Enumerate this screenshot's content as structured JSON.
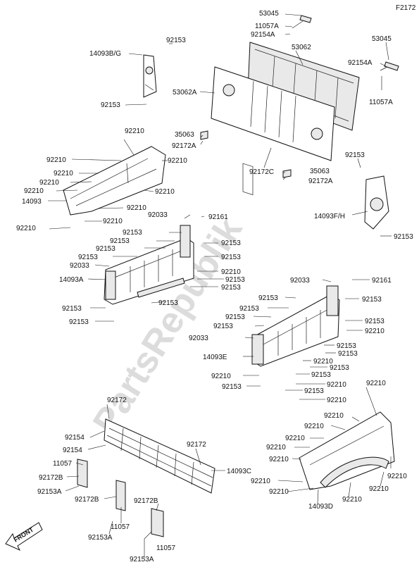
{
  "diagram_code": "F2172",
  "watermark": "PartsRepublik",
  "front_label": "FRONT",
  "labels": {
    "l53045a": "53045",
    "l11057Aa": "11057A",
    "l92154Aa": "92154A",
    "l53045b": "53045",
    "l53062": "53062",
    "l92154Ab": "92154A",
    "l11057Ab": "11057A",
    "l92153a": "92153",
    "l14093BG": "14093B/G",
    "l53062A": "53062A",
    "l92153b": "92153",
    "l35063a": "35063",
    "l92172A_a": "92172A",
    "l92172C": "92172C",
    "l35063b": "35063",
    "l92172A_b": "92172A",
    "l92153c": "92153",
    "l14093FH": "14093F/H",
    "l92153d": "92153",
    "l92210_1": "92210",
    "l92210_2": "92210",
    "l92210_3": "92210",
    "l92210_4": "92210",
    "l92210_5": "92210",
    "l92210_6": "92210",
    "l14093": "14093",
    "l92210_7": "92210",
    "l92210_8": "92210",
    "l92210_9": "92210",
    "l92033a": "92033",
    "l92161a": "92161",
    "l92153e": "92153",
    "l92153f": "92153",
    "l92153g": "92153",
    "l92153h": "92153",
    "l92153i": "92153",
    "l92033b": "92033",
    "l92153j": "92153",
    "l14093A": "14093A",
    "l92210_10": "92210",
    "l92210_11": "92210",
    "l92153k": "92153",
    "l92153l": "92153",
    "l92153m": "92153",
    "l92033c": "92033",
    "l92161b": "92161",
    "l92153n": "92153",
    "l92153o": "92153",
    "l92153p": "92153",
    "l92153q": "92153",
    "l92153r": "92153",
    "l92210_12": "92210",
    "l92033d": "92033",
    "l92153s": "92153",
    "l14093E": "14093E",
    "l92153t": "92153",
    "l92210_13": "92210",
    "l92153u": "92153",
    "l92153v": "92153",
    "l92210_14": "92210",
    "l92153w": "92153",
    "l92153x": "92153",
    "l92172a": "92172",
    "l92154a": "92154",
    "l92154b": "92154",
    "l92172b": "92172",
    "l14093C": "14093C",
    "l11057a": "11057",
    "l92172B_a": "92172B",
    "l92153A_a": "92153A",
    "l92172B_b": "92172B",
    "l92172B_c": "92172B",
    "l11057b": "11057",
    "l92153A_b": "92153A",
    "l11057c": "11057",
    "l92153A_c": "92153A",
    "l92210_15": "92210",
    "l92210_16": "92210",
    "l92210_17": "92210",
    "l92210_18": "92210",
    "l92210_19": "92210",
    "l92210_20": "92210",
    "l92210_21": "92210",
    "l92210_22": "92210",
    "l92210_23": "92210",
    "l92210_24": "92210",
    "l92210_25": "92210",
    "l14093D": "14093D"
  }
}
